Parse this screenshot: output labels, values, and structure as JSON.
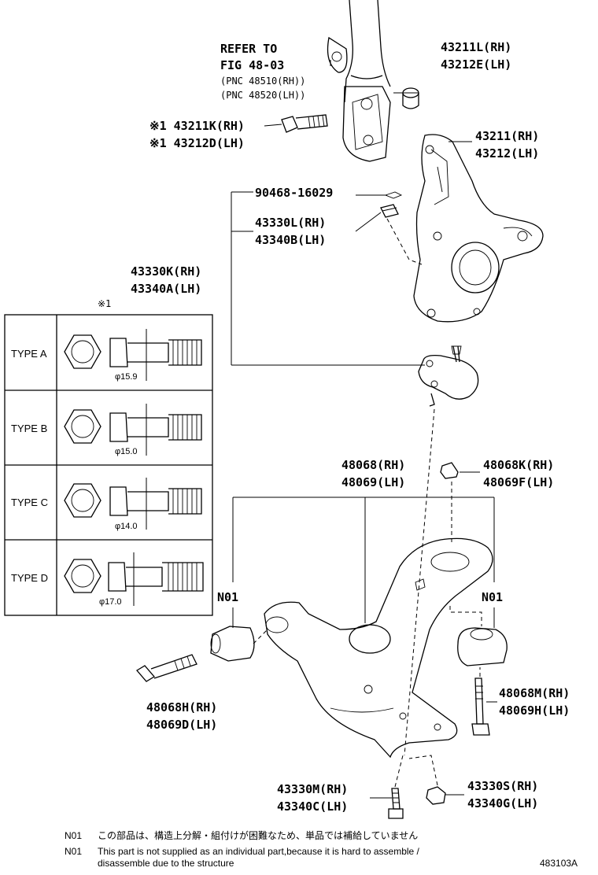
{
  "refer": {
    "line1": "REFER TO",
    "line2": "FIG 48-03",
    "line3": "(PNC 48510(RH))",
    "line4": "(PNC 48520(LH))"
  },
  "labels": {
    "bushing_rh": "43211L(RH)",
    "bushing_lh": "43212E(LH)",
    "bolt_rh": "※1 43211K(RH)",
    "bolt_lh": "※1 43212D(LH)",
    "knuckle_rh": "43211(RH)",
    "knuckle_lh": "43212(LH)",
    "cotter": "90468-16029",
    "nut_rh": "43330L(RH)",
    "nut_lh": "43340B(LH)",
    "balljoint_rh": "43330K(RH)",
    "balljoint_lh": "43340A(LH)",
    "arm_rh": "48068(RH)",
    "arm_lh": "48069(LH)",
    "armnut_rh": "48068K(RH)",
    "armnut_lh": "48069F(LH)",
    "n01_left": "N01",
    "n01_right": "N01",
    "armbolt_h_rh": "48068H(RH)",
    "armbolt_h_lh": "48069D(LH)",
    "armbolt_m_rh": "48068M(RH)",
    "armbolt_m_lh": "48069H(LH)",
    "bjbolt_rh": "43330M(RH)",
    "bjbolt_lh": "43340C(LH)",
    "bjnut_rh": "43330S(RH)",
    "bjnut_lh": "43340G(LH)"
  },
  "table": {
    "mark": "※1",
    "rows": [
      {
        "type": "TYPE A",
        "dia": "φ15.9"
      },
      {
        "type": "TYPE B",
        "dia": "φ15.0"
      },
      {
        "type": "TYPE C",
        "dia": "φ14.0"
      },
      {
        "type": "TYPE D",
        "dia": "φ17.0"
      }
    ]
  },
  "notes": {
    "code1": "N01",
    "text1": "この部品は、構造上分解・組付けが困難なため、単品では補給していません",
    "code2": "N01",
    "text2a": "This part is not supplied as an individual part,because it is hard to assemble /",
    "text2b": "disassemble due to the structure"
  },
  "figure_id": "483103A"
}
